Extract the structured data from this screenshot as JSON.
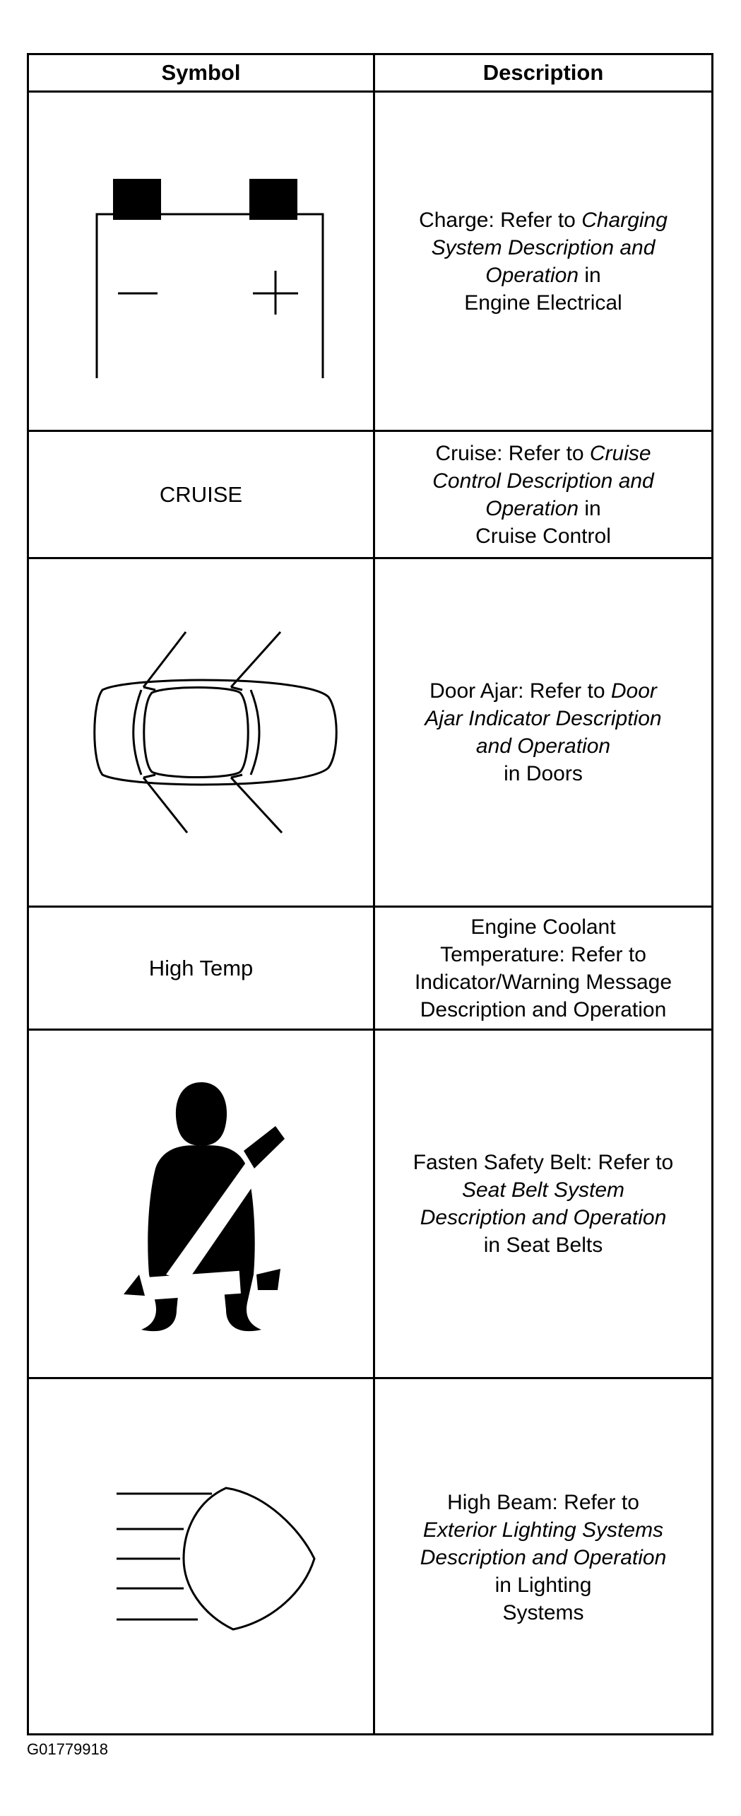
{
  "table": {
    "headers": {
      "symbol": "Symbol",
      "description": "Description"
    },
    "rows": [
      {
        "symbol_icon": "battery-icon",
        "desc_l1a": "Charge: Refer to ",
        "desc_l1b": "Charging",
        "desc_l2": "System Description and",
        "desc_l3a": "Operation",
        "desc_l3b": " in",
        "desc_l4": "Engine Electrical"
      },
      {
        "symbol_text": "CRUISE",
        "desc_l1a": "Cruise: Refer to ",
        "desc_l1b": "Cruise",
        "desc_l2": "Control Description and",
        "desc_l3a": "Operation",
        "desc_l3b": " in",
        "desc_l4": "Cruise Control"
      },
      {
        "symbol_icon": "car-doors-open-icon",
        "desc_l1a": "Door Ajar: Refer to ",
        "desc_l1b": "Door",
        "desc_l2": "Ajar Indicator Description",
        "desc_l3": "and Operation",
        "desc_l4": "in Doors"
      },
      {
        "symbol_text": "High Temp",
        "desc_l1": "Engine Coolant",
        "desc_l2": "Temperature: Refer to",
        "desc_l3": "Indicator/Warning Message",
        "desc_l4": "Description and Operation"
      },
      {
        "symbol_icon": "seat-belt-icon",
        "desc_l1": "Fasten Safety Belt: Refer to",
        "desc_l2": "Seat Belt System",
        "desc_l3": "Description and Operation",
        "desc_l4": "in Seat Belts"
      },
      {
        "symbol_icon": "high-beam-icon",
        "desc_l1": "High Beam: Refer to",
        "desc_l2": "Exterior Lighting Systems",
        "desc_l3": "Description and Operation",
        "desc_l4": "in Lighting",
        "desc_l5": "Systems"
      }
    ]
  },
  "footer": {
    "code": "G01779918"
  }
}
